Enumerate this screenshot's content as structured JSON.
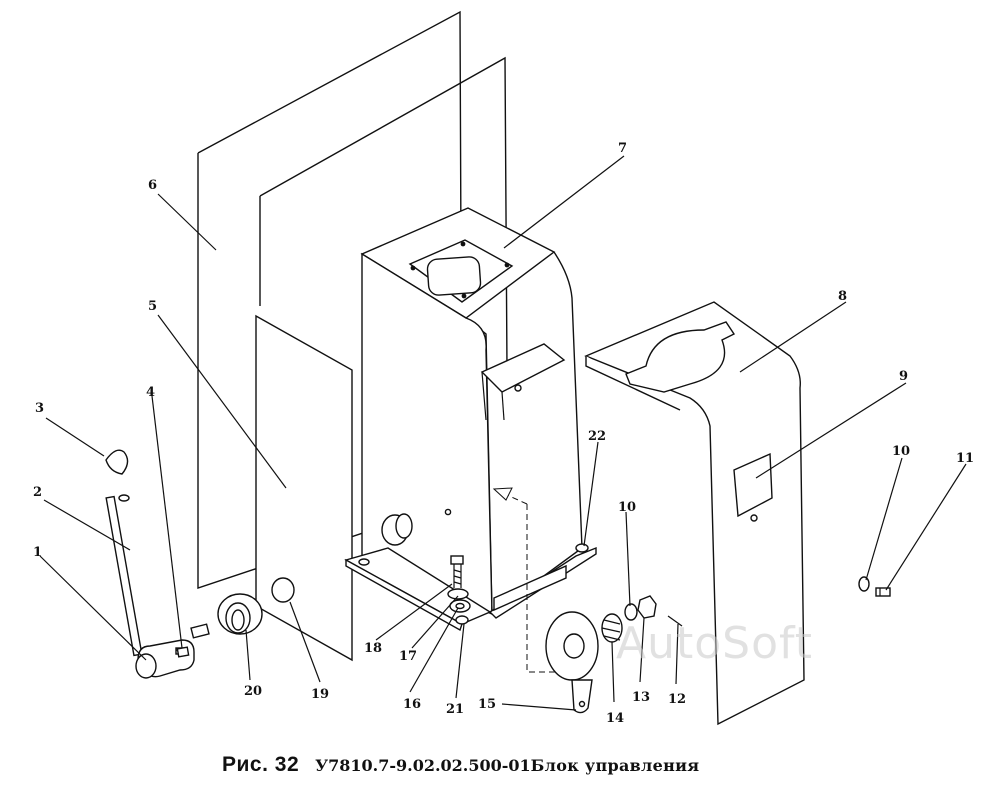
{
  "caption": {
    "figure": "Рис. 32",
    "code": "У7810.7-9.02.02.500-01",
    "title": "Блок  управления"
  },
  "watermark": "AutoSoft",
  "callouts": [
    "1",
    "2",
    "3",
    "4",
    "5",
    "6",
    "7",
    "8",
    "9",
    "10",
    "10",
    "11",
    "12",
    "13",
    "14",
    "15",
    "16",
    "17",
    "18",
    "19",
    "20",
    "21",
    "22"
  ]
}
